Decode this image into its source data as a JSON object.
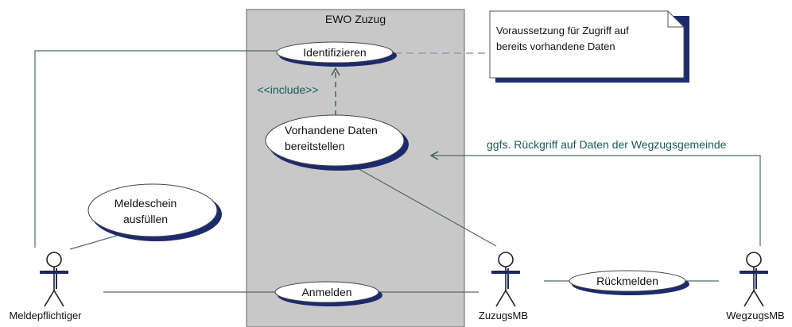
{
  "system": {
    "title": "EWO Zuzug"
  },
  "use_cases": {
    "identifizieren": "Identifizieren",
    "vorhandene_daten_line1": "Vorhandene Daten",
    "vorhandene_daten_line2": "bereitstellen",
    "meldeschein_line1": "Meldeschein",
    "meldeschein_line2": "ausfüllen",
    "anmelden": "Anmelden",
    "rueckmelden": "Rückmelden"
  },
  "actors": {
    "meldepflichtiger": "Meldepflichtiger",
    "zuzugsmb": "ZuzugsMB",
    "wegzugsmb": "WegzugsMB"
  },
  "relations": {
    "include": "<<include>>",
    "rueckgriff": "ggfs. Rückgriff auf Daten der Wegzugsgemeinde"
  },
  "note": {
    "line1": "Voraussetzung für Zugriff auf",
    "line2": "bereits vorhandene Daten"
  },
  "colors": {
    "system_fill": "#c8c8c8",
    "ellipse_shadow": "#1c2a6e",
    "label_teal": "#1a5a5a",
    "note_link": "#b08cb0"
  }
}
